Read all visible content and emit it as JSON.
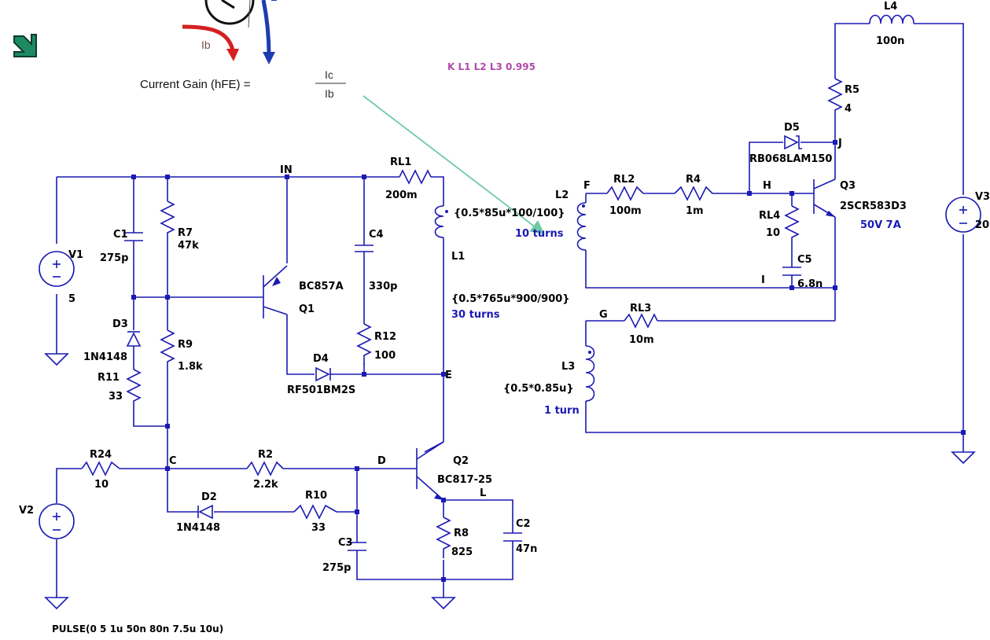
{
  "nodes": {
    "IN": "IN",
    "C": "C",
    "D": "D",
    "E": "E",
    "L": "L",
    "F": "F",
    "H": "H",
    "I": "I",
    "J": "J",
    "G": "G"
  },
  "components": {
    "V1": {
      "name": "V1",
      "value": "5"
    },
    "V2": {
      "name": "V2",
      "value": ""
    },
    "V3": {
      "name": "V3",
      "value": "20"
    },
    "C1": {
      "name": "C1",
      "value": "275p"
    },
    "C2": {
      "name": "C2",
      "value": "47n"
    },
    "C3": {
      "name": "C3",
      "value": "275p"
    },
    "C4": {
      "name": "C4",
      "value": "330p"
    },
    "C5": {
      "name": "C5",
      "value": "6.8n"
    },
    "R2": {
      "name": "R2",
      "value": "2.2k"
    },
    "R4": {
      "name": "R4",
      "value": "1m"
    },
    "R5": {
      "name": "R5",
      "value": "4"
    },
    "R7": {
      "name": "R7",
      "value": "47k"
    },
    "R8": {
      "name": "R8",
      "value": "825"
    },
    "R9": {
      "name": "R9",
      "value": "1.8k"
    },
    "R10": {
      "name": "R10",
      "value": "33"
    },
    "R11": {
      "name": "R11",
      "value": "33"
    },
    "R12": {
      "name": "R12",
      "value": "100"
    },
    "R24": {
      "name": "R24",
      "value": "10"
    },
    "RL1": {
      "name": "RL1",
      "value": "200m"
    },
    "RL2": {
      "name": "RL2",
      "value": "100m"
    },
    "RL3": {
      "name": "RL3",
      "value": "10m"
    },
    "RL4": {
      "name": "RL4",
      "value": "10"
    },
    "D2": {
      "name": "D2",
      "value": "1N4148"
    },
    "D3": {
      "name": "D3",
      "value": "1N4148"
    },
    "D4": {
      "name": "D4",
      "value": "RF501BM2S"
    },
    "D5": {
      "name": "D5",
      "value": "RB068LAM150"
    },
    "Q1": {
      "name": "Q1",
      "value": "BC857A"
    },
    "Q2": {
      "name": "Q2",
      "value": "BC817-25"
    },
    "Q3": {
      "name": "Q3",
      "value": "2SCR583D3"
    },
    "L1": {
      "name": "L1",
      "value": "{0.5*765u*900/900}"
    },
    "L2": {
      "name": "L2",
      "value": "{0.5*85u*100/100}"
    },
    "L3": {
      "name": "L3",
      "value": "{0.5*0.85u}"
    },
    "L4": {
      "name": "L4",
      "value": "100n"
    }
  },
  "notes": {
    "l1_turns": "30 turns",
    "l2_turns": "10 turns",
    "l3_turns": "1 turn",
    "q3_rating": "50V 7A",
    "coupling": "K L1 L2 L3 0.995",
    "pulse": "PULSE(0 5 1u 50n 80n 7.5u 10u)"
  },
  "inset": {
    "current_gain_label": "Current Gain (hFE) =",
    "numerator": "Ic",
    "denominator": "Ib",
    "ib_label": "Ib"
  },
  "colors": {
    "wire": "#1a1ab4",
    "labels": "#000000",
    "annotation_blue": "#1a1ab4",
    "coupling_text": "#b04aa8",
    "arrow_green": "#6fcaa5",
    "icon_green": "#1d8a64"
  }
}
